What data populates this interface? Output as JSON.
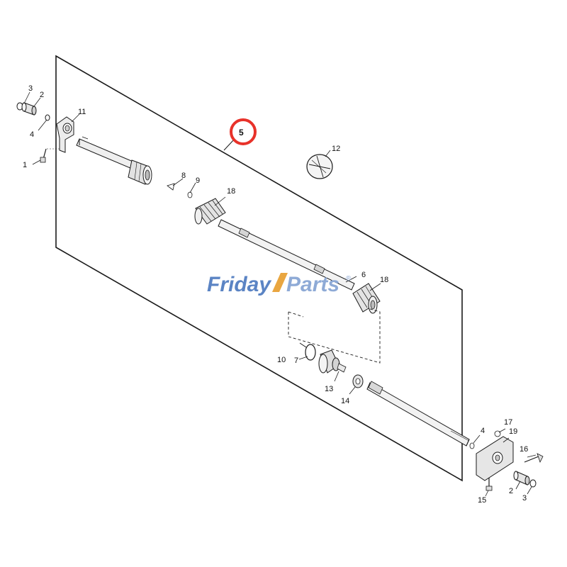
{
  "watermark": {
    "part1": "Friday",
    "part2": "Parts",
    "reg": "®",
    "color_left": "#5b84c4",
    "color_right": "#8eaad6",
    "slash_color": "#e9a640"
  },
  "colors": {
    "line": "#1a1a1a",
    "highlight_circle": "#e8322a",
    "part_fill": "#dcdcdc"
  },
  "callouts": {
    "c5": "5",
    "c3a": "3",
    "c2a": "2",
    "c4a": "4",
    "c1": "1",
    "c11": "11",
    "c8": "8",
    "c9": "9",
    "c18a": "18",
    "c12": "12",
    "c6": "6",
    "c18b": "18",
    "c10": "10",
    "c7": "7",
    "c13": "13",
    "c14": "14",
    "c4b": "4",
    "c17": "17",
    "c19": "19",
    "c16": "16",
    "c15": "15",
    "c2b": "2",
    "c3b": "3"
  }
}
